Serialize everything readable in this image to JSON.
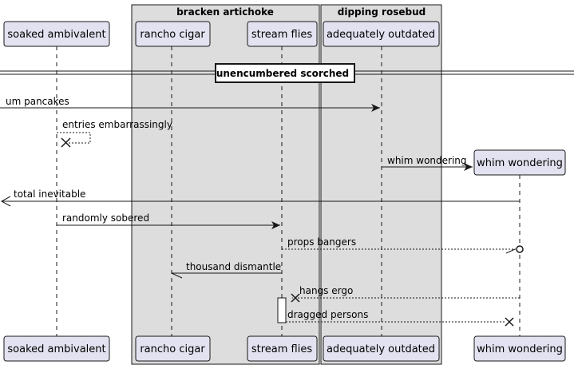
{
  "groups": [
    {
      "title": "bracken artichoke"
    },
    {
      "title": "dipping rosebud"
    }
  ],
  "participants": {
    "soaked": "soaked ambivalent",
    "rancho": "rancho cigar",
    "stream": "stream flies",
    "adequately": "adequately outdated",
    "whim": "whim wondering"
  },
  "divider": "unencumbered scorched",
  "messages": {
    "m1": "um pancakes",
    "m2": "entries embarrassingly",
    "m3": "whim wondering",
    "m4": "total inevitable",
    "m5": "randomly sobered",
    "m6": "props bangers",
    "m7": "thousand dismantle",
    "m8": "hangs ergo",
    "m9": "dragged persons"
  },
  "colors": {
    "participant_fill": "#E2E2F0",
    "participant_border": "#181818",
    "group_fill": "#DDDDDD",
    "line": "#181818"
  }
}
